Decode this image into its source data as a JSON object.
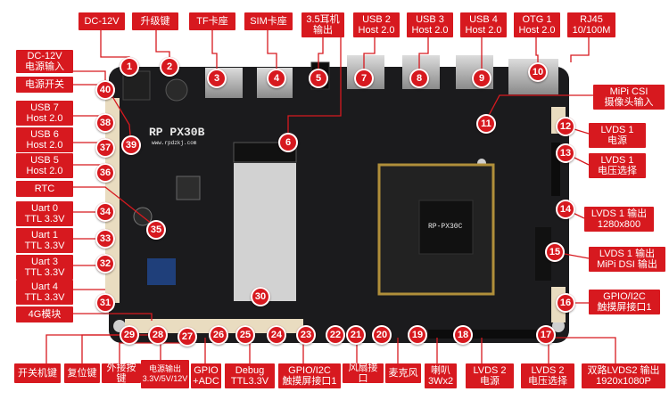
{
  "board": {
    "silk_model": "RP PX30B",
    "silk_site": "www.rpdzkj.com",
    "chip_mark": "RP-PX30C"
  },
  "labels": [
    {
      "id": "dc12v",
      "text": "DC-12V"
    },
    {
      "id": "upgrade",
      "text": "升级键"
    },
    {
      "id": "tf",
      "text": "TF卡座"
    },
    {
      "id": "sim",
      "text": "SIM卡座"
    },
    {
      "id": "audio",
      "text": "3.5耳机\n输出"
    },
    {
      "id": "usb2",
      "text": "USB 2\nHost 2.0"
    },
    {
      "id": "usb3",
      "text": "USB 3\nHost 2.0"
    },
    {
      "id": "usb4",
      "text": "USB 4\nHost 2.0"
    },
    {
      "id": "otg1",
      "text": "OTG 1\nHost 2.0"
    },
    {
      "id": "rj45",
      "text": "RJ45\n10/100M"
    },
    {
      "id": "dcin",
      "text": "DC-12V\n电源输入"
    },
    {
      "id": "pwrsw",
      "text": "电源开关"
    },
    {
      "id": "usb7",
      "text": "USB 7\nHost 2.0"
    },
    {
      "id": "usb6",
      "text": "USB 6\nHost 2.0"
    },
    {
      "id": "usb5",
      "text": "USB 5\nHost 2.0"
    },
    {
      "id": "rtc",
      "text": "RTC"
    },
    {
      "id": "uart0",
      "text": "Uart 0\nTTL 3.3V"
    },
    {
      "id": "uart1",
      "text": "Uart 1\nTTL 3.3V"
    },
    {
      "id": "uart3",
      "text": "Uart 3\nTTL 3.3V"
    },
    {
      "id": "uart4",
      "text": "Uart 4\nTTL 3.3V"
    },
    {
      "id": "g4",
      "text": "4G模块"
    },
    {
      "id": "mipicsi",
      "text": "MiPi CSI\n摄像头输入"
    },
    {
      "id": "lvds1pwr",
      "text": "LVDS 1\n电源"
    },
    {
      "id": "lvds1vsel",
      "text": "LVDS 1\n电压选择"
    },
    {
      "id": "lvds1out",
      "text": "LVDS 1 输出\n1280x800"
    },
    {
      "id": "lvds1dsi",
      "text": "LVDS 1 输出\nMiPi DSI 输出"
    },
    {
      "id": "gpioi2c",
      "text": "GPIO/I2C\n触摸屏接口1"
    },
    {
      "id": "pwrkey",
      "text": "开关机键"
    },
    {
      "id": "reset",
      "text": "复位键"
    },
    {
      "id": "extkey",
      "text": "外接按键"
    },
    {
      "id": "pwrout",
      "text": "电源输出\n3.3V/5V/12V"
    },
    {
      "id": "gpioadc",
      "text": "GPIO\n+ADC"
    },
    {
      "id": "debug",
      "text": "Debug\nTTL3.3V"
    },
    {
      "id": "gpioi2c2",
      "text": "GPIO/I2C\n触摸屏接口1"
    },
    {
      "id": "fan",
      "text": "风扇接口"
    },
    {
      "id": "mic",
      "text": "麦克风"
    },
    {
      "id": "spk",
      "text": "喇叭\n3Wx2"
    },
    {
      "id": "lvds2pwr",
      "text": "LVDS 2\n电源"
    },
    {
      "id": "lvds2vsel",
      "text": "LVDS 2\n电压选择"
    },
    {
      "id": "lvds2out",
      "text": "双路LVDS2 输出\n1920x1080P"
    }
  ],
  "badges": [
    "1",
    "2",
    "3",
    "4",
    "5",
    "6",
    "7",
    "8",
    "9",
    "10",
    "11",
    "12",
    "13",
    "14",
    "15",
    "16",
    "17",
    "18",
    "19",
    "20",
    "21",
    "22",
    "23",
    "24",
    "25",
    "26",
    "27",
    "28",
    "29",
    "30",
    "31",
    "32",
    "33",
    "34",
    "35",
    "36",
    "37",
    "38",
    "39",
    "40"
  ],
  "colors": {
    "label_red": "#d7191f",
    "pcb": "#1b1b1d",
    "connector": "#e9dcc0",
    "usb_metal": "#b5b5b5"
  }
}
